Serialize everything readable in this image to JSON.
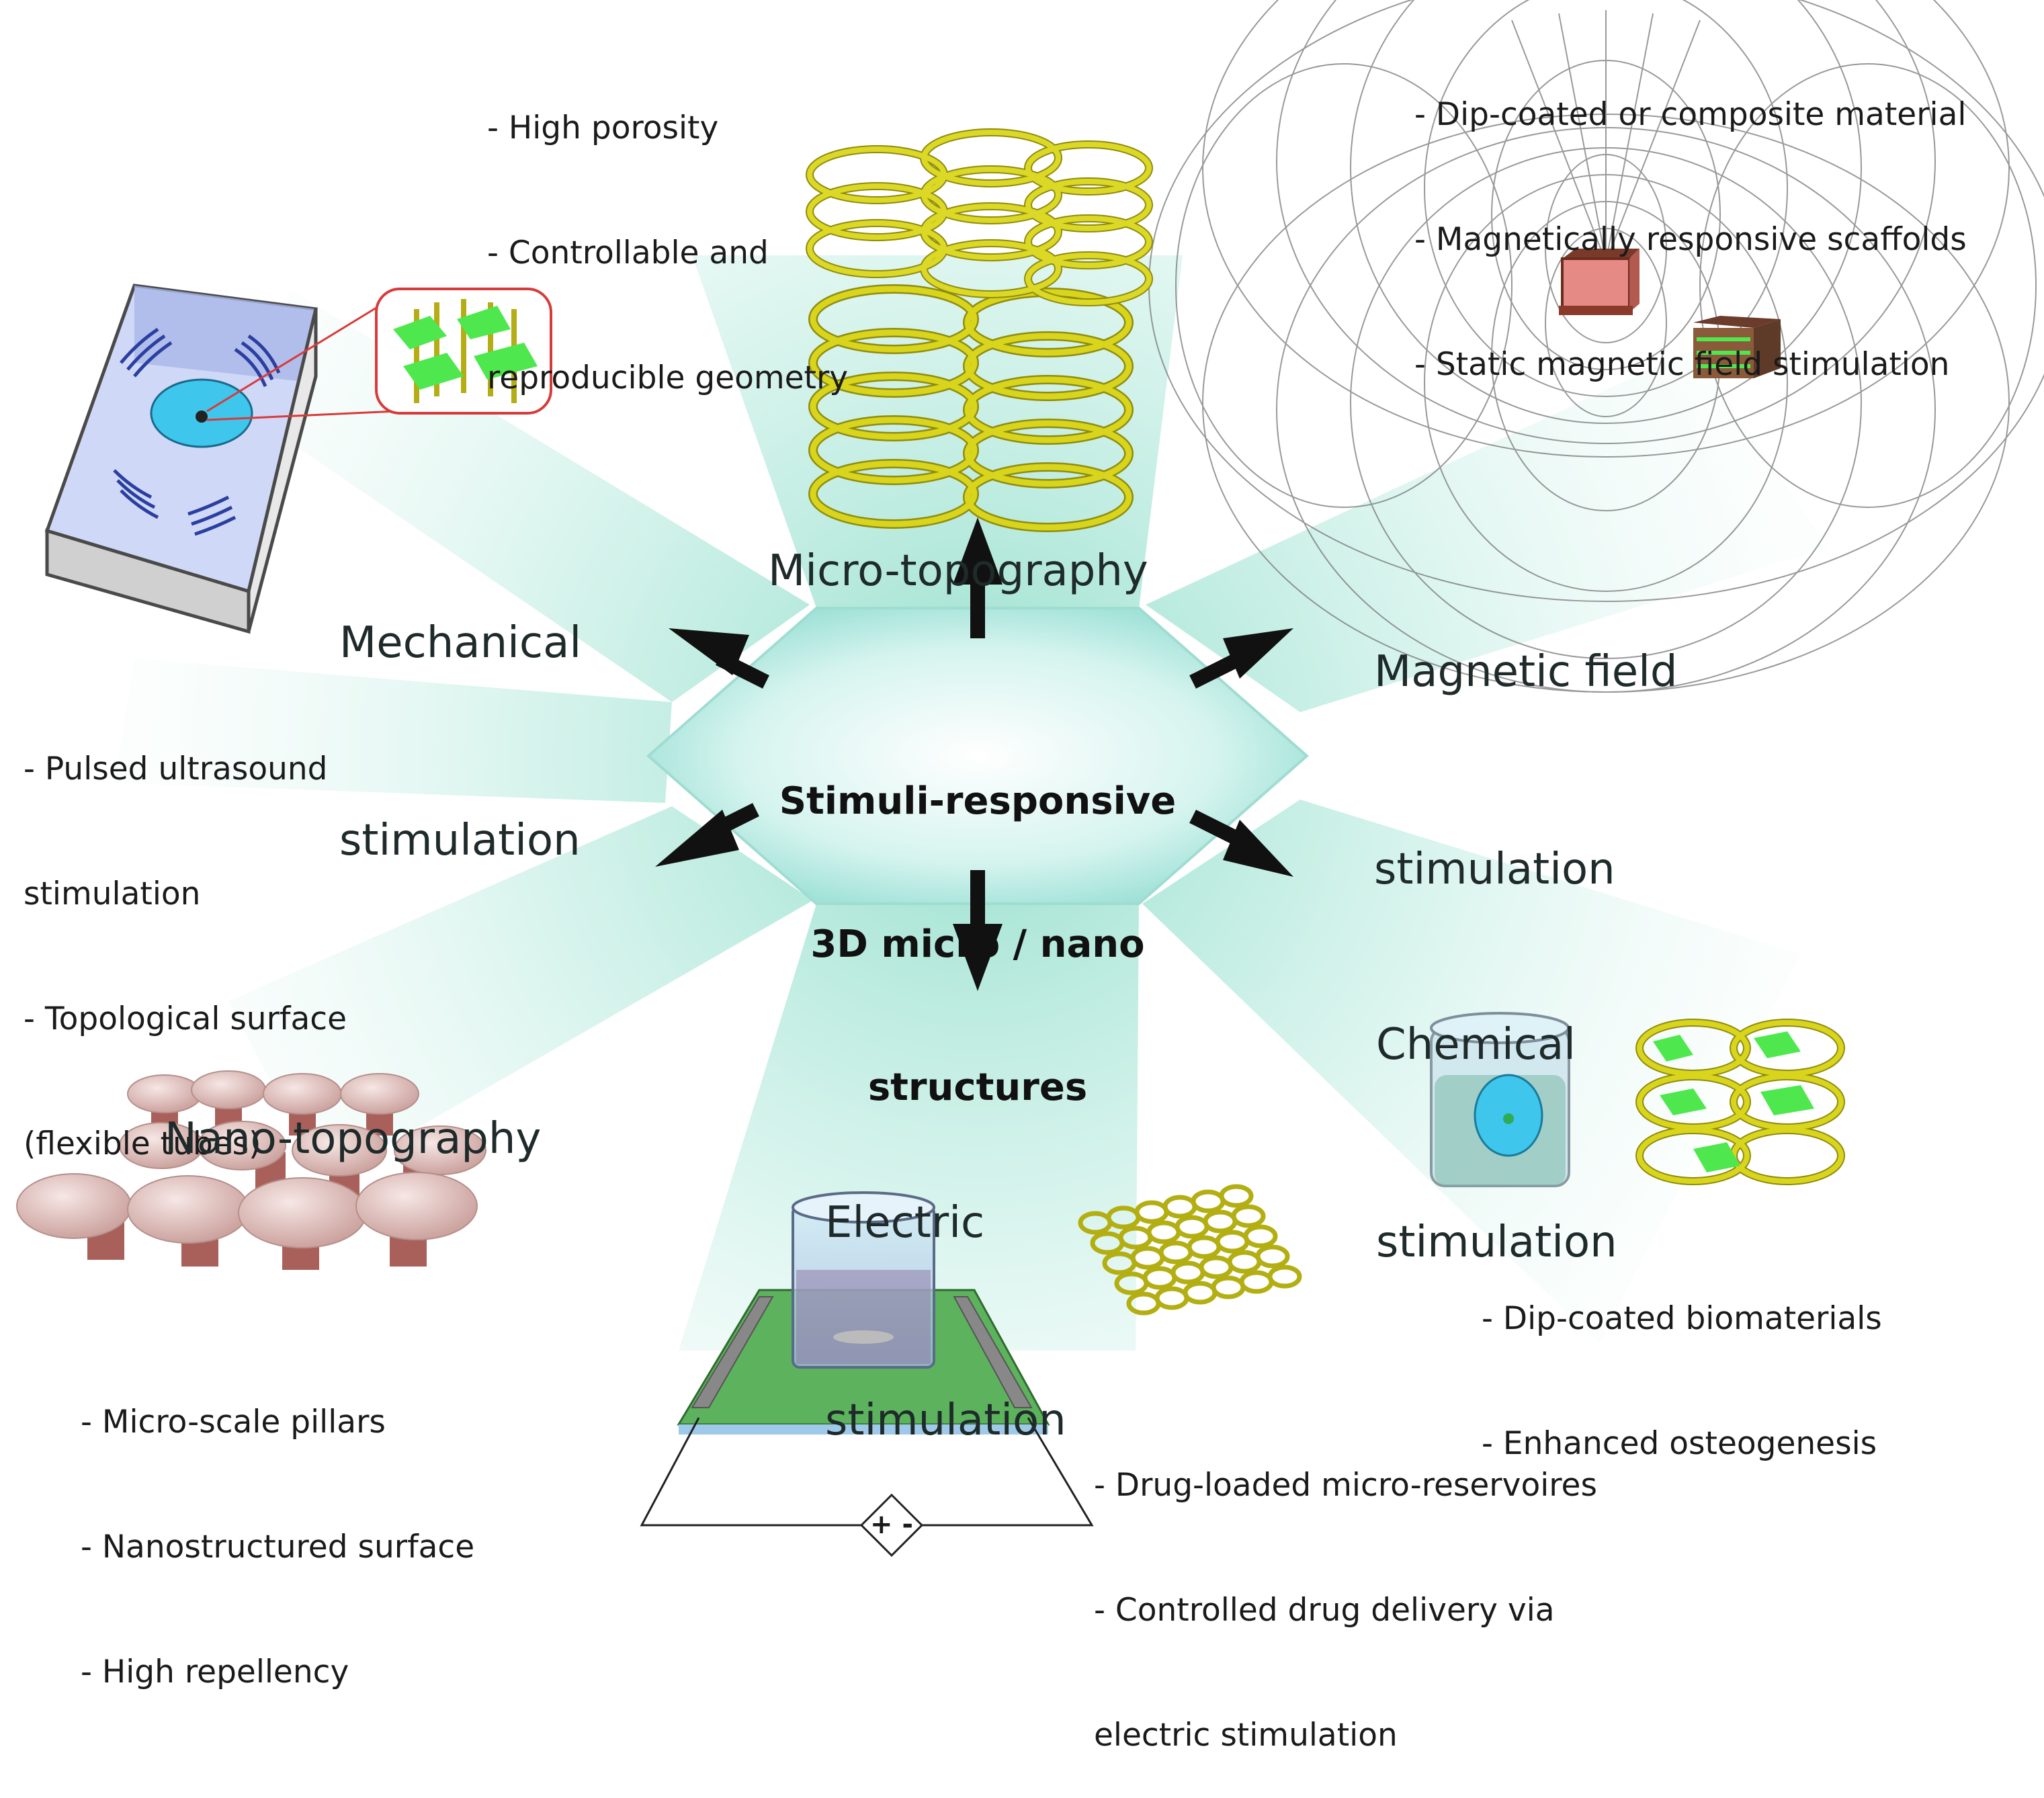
{
  "center": {
    "label_lines": [
      "Stimuli-responsive",
      "3D micro / nano",
      "structures"
    ]
  },
  "sections": {
    "micro_topography": {
      "title_lines": [
        "Micro-topography"
      ],
      "bullets": [
        "- High porosity",
        "- Controllable and",
        "reproducible geometry"
      ]
    },
    "magnetic": {
      "title_lines": [
        "Magnetic field",
        "stimulation"
      ],
      "bullets": [
        "- Dip-coated or composite material",
        "- Magnetically responsive scaffolds",
        "- Static magnetic field stimulation"
      ]
    },
    "mechanical": {
      "title_lines": [
        "Mechanical",
        "stimulation"
      ],
      "bullets": [
        "- Pulsed ultrasound",
        "stimulation",
        "- Topological surface",
        "(flexible tubes)"
      ]
    },
    "nano_topography": {
      "title_lines": [
        "Nano-topography"
      ],
      "bullets": [
        "- Micro-scale pillars",
        "- Nanostructured surface",
        "- High repellency"
      ]
    },
    "electric": {
      "title_lines": [
        "Electric",
        "stimulation"
      ],
      "bullets": [
        "- Drug-loaded micro-reservoires",
        "- Controlled drug delivery via",
        "electric stimulation"
      ],
      "polarity": "+ -"
    },
    "chemical": {
      "title_lines": [
        "Chemical",
        "stimulation"
      ],
      "bullets": [
        "- Dip-coated biomaterials",
        "- Enhanced osteogenesis"
      ]
    }
  },
  "colors": {
    "teal_glow": "#8fdcc8",
    "hexagon": "#b5e9e2",
    "scaffold_yellow": "#d8d51c",
    "scaffold_green": "#4ee84e",
    "disk_cyan": "#3fc6ec",
    "magnet_red": "#e58a85",
    "pillar_pink": "#e3c2bf",
    "arrow": "#111111"
  }
}
